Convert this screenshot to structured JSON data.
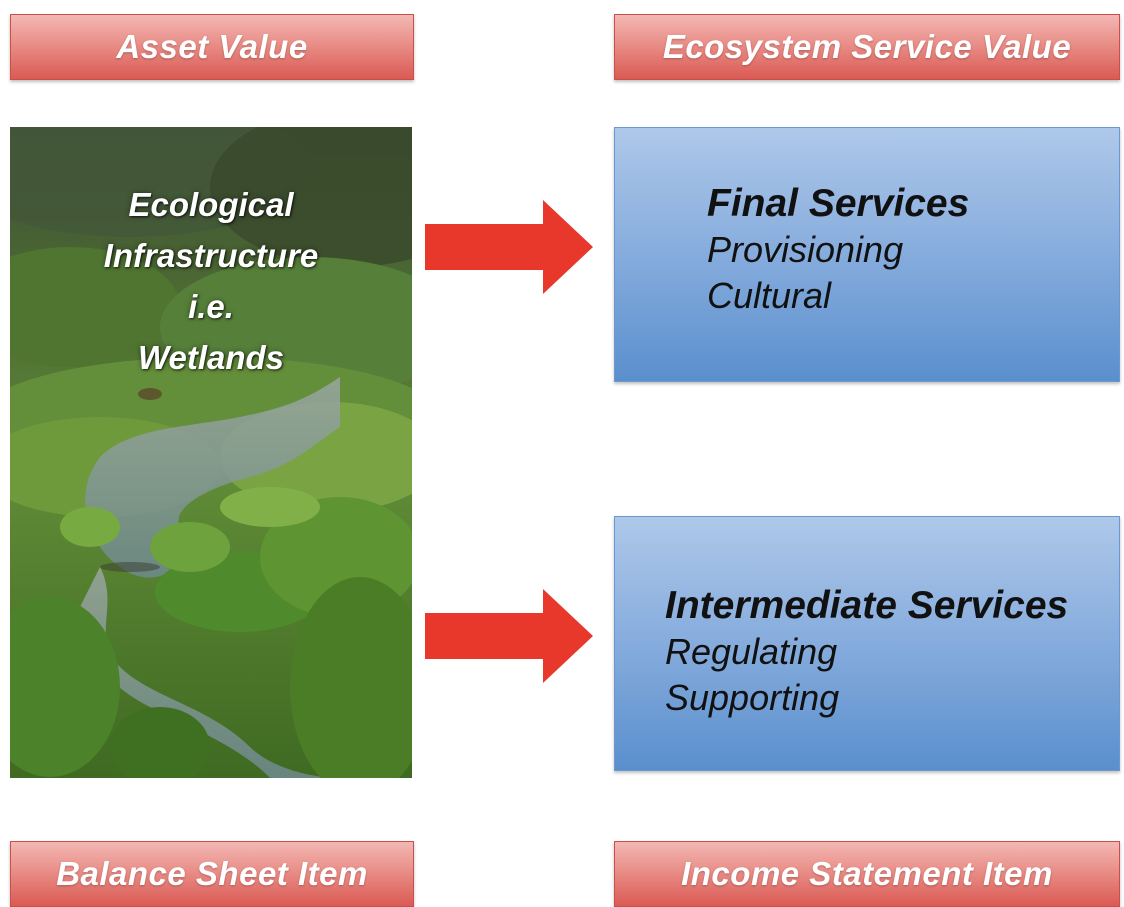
{
  "banners": {
    "asset": "Asset Value",
    "ecosystem": "Ecosystem Service Value",
    "balance": "Balance Sheet Item",
    "income": "Income Statement Item"
  },
  "photo": {
    "caption_lines": [
      "Ecological",
      "Infrastructure",
      "i.e.",
      "Wetlands"
    ]
  },
  "final_services": {
    "title": "Final Services",
    "items": [
      "Provisioning",
      "Cultural"
    ]
  },
  "intermediate_services": {
    "title": "Intermediate Services",
    "items": [
      "Regulating",
      "Supporting"
    ]
  },
  "colors": {
    "arrow": "#e8372b",
    "banner": "#e98e88",
    "service_box": "#86acdd"
  }
}
